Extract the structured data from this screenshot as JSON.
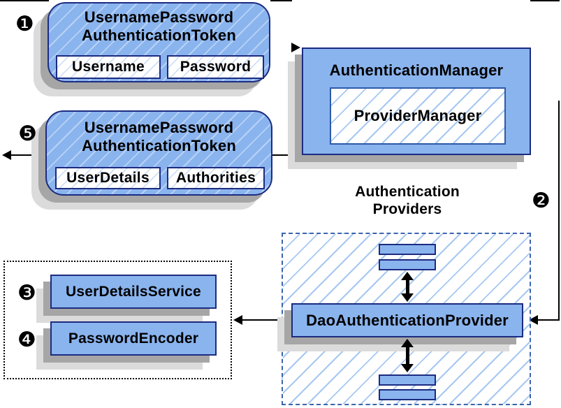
{
  "badges": {
    "step1": "❶",
    "step2": "❷",
    "step3": "❸",
    "step4": "❹",
    "step5": "❺"
  },
  "request_token": {
    "title_line1": "UsernamePassword",
    "title_line2": "AuthenticationToken",
    "field1": "Username",
    "field2": "Password"
  },
  "response_token": {
    "title_line1": "UsernamePassword",
    "title_line2": "AuthenticationToken",
    "field1": "UserDetails",
    "field2": "Authorities"
  },
  "authentication_manager": {
    "title": "AuthenticationManager",
    "inner": "ProviderManager"
  },
  "providers": {
    "label_line1": "Authentication",
    "label_line2": "Providers",
    "dao": "DaoAuthenticationProvider"
  },
  "services": {
    "user_details_service": "UserDetailsService",
    "password_encoder": "PasswordEncoder"
  },
  "colors": {
    "box_fill": "#8ab4ee",
    "box_border": "#1c2b80",
    "hatch_line": "#a6c8f0",
    "hatch_line_light": "#c6dbf7",
    "dashed_border": "#3b64ae",
    "dotted_border": "#000000",
    "shadow_dark": "#a6a6a6",
    "shadow_light": "#dbdbdb",
    "connector": "#000000"
  }
}
